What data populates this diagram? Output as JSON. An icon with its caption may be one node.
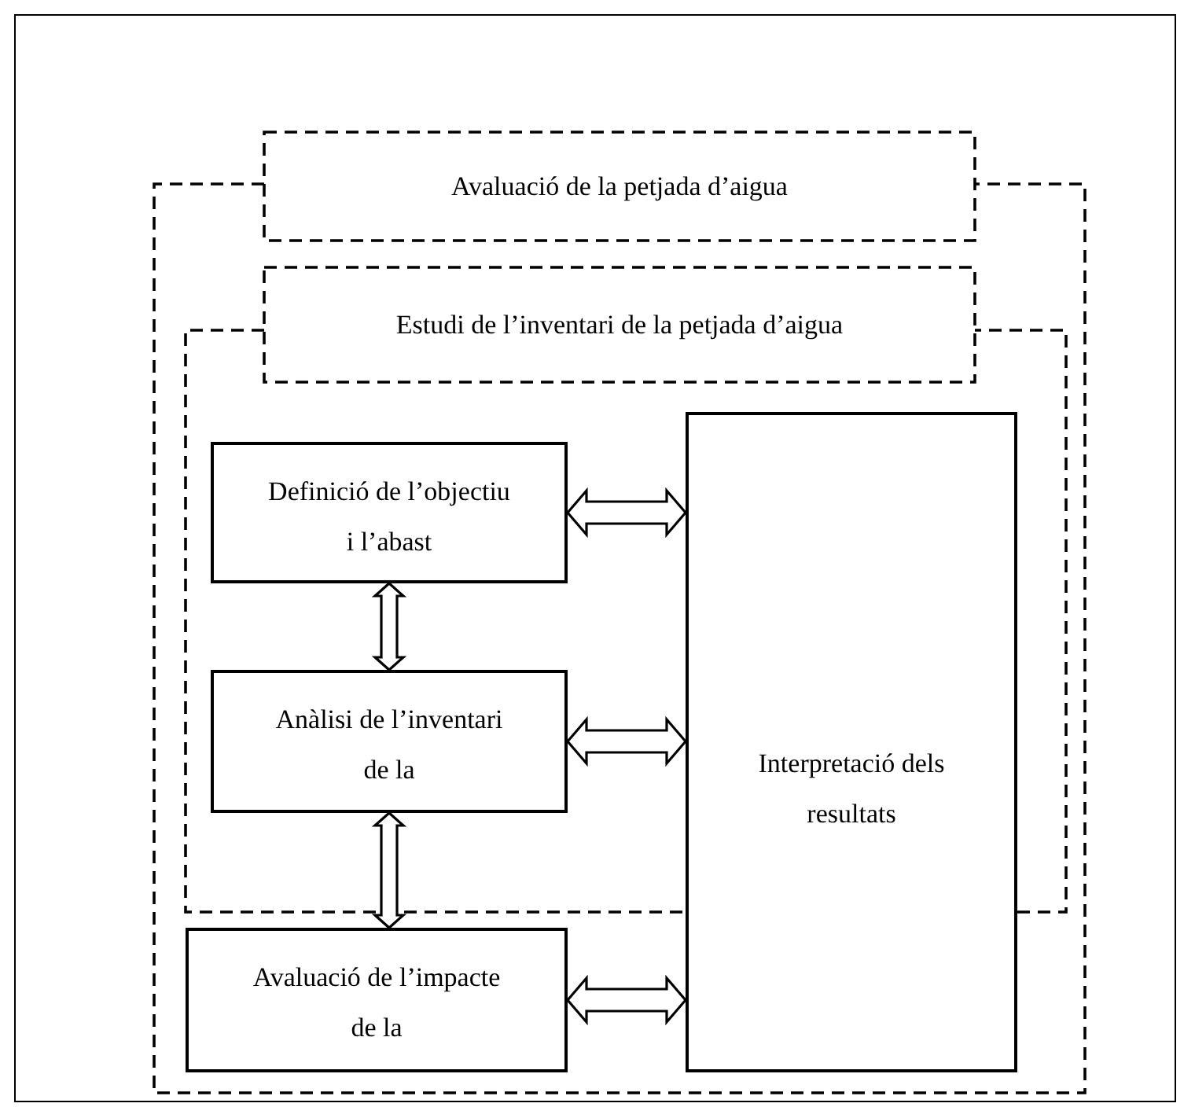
{
  "diagram": {
    "nodes": [
      {
        "text": [
          "Avaluació de la petjada d’aigua"
        ]
      },
      {
        "text": [
          "Estudi de l’inventari de la petjada d’aigua"
        ],
        "in": 0
      },
      {
        "text": [
          "Definició de l’objectiu i l’abast"
        ],
        "in": 1
      },
      {
        "text": [
          "Anàlisi de l’inventari de la"
        ],
        "in": 1
      },
      {
        "text": [
          "Avaluació de l’impacte de la"
        ],
        "in": 0
      },
      {
        "text": [
          "Interpretació dels resultats"
        ],
        "in": 0
      }
    ],
    "edges": [
      {
        "from": 2,
        "to": 3,
        "arrow": "both"
      },
      {
        "from": 3,
        "to": 4,
        "arrow": "both"
      },
      {
        "from": 2,
        "to": 5,
        "arrow": "both"
      },
      {
        "from": 3,
        "to": 5,
        "arrow": "both"
      },
      {
        "from": 4,
        "to": 5,
        "arrow": "both"
      }
    ]
  }
}
